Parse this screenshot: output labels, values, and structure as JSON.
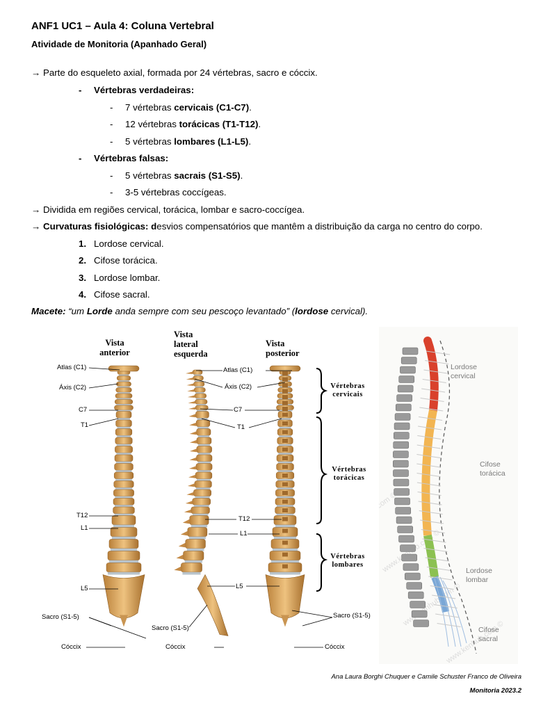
{
  "header": {
    "title": "ANF1 UC1 – Aula 4: Coluna Vertebral",
    "subtitle": "Atividade de Monitoria (Apanhado Geral)"
  },
  "body": {
    "intro": "→ Parte do esqueleto axial, formada por 24 vértebras, sacro e cóccix.",
    "verdadeiras_title": "Vértebras verdadeiras:",
    "cervicais": {
      "pre": "7 vértebras ",
      "bold": "cervicais (C1-C7)",
      "post": "."
    },
    "toracicas": {
      "pre": "12 vértebras ",
      "bold": "torácicas (T1-T12)",
      "post": "."
    },
    "lombares": {
      "pre": "5 vértebras ",
      "bold": "lombares (L1-L5)",
      "post": "."
    },
    "falsas_title": "Vértebras falsas:",
    "sacrais": {
      "pre": "5 vértebras ",
      "bold": "sacrais (S1-S5)",
      "post": "."
    },
    "coccigeas": "3-5 vértebras coccígeas.",
    "regioes": "→ Dividida em regiões cervical, torácica, lombar e sacro-coccígea.",
    "curvaturas": {
      "arrow": "→ ",
      "bold": "Curvaturas fisiológicas: d",
      "rest": "esvios compensatórios que mantêm a distribuição da carga no centro do corpo."
    },
    "curves": [
      {
        "n": "1.",
        "t": "Lordose cervical."
      },
      {
        "n": "2.",
        "t": "Cifose torácica."
      },
      {
        "n": "3.",
        "t": "Lordose lombar."
      },
      {
        "n": "4.",
        "t": "Cifose sacral."
      }
    ],
    "macete": {
      "label": "Macete:",
      "q1": " “um ",
      "lorde": "Lorde",
      "q2": " anda sempre com seu pescoço levantado” (",
      "lordose": "lordose",
      "q3": " cervical)."
    }
  },
  "figure": {
    "views": {
      "anterior": "Vista\nanterior",
      "lateral": "Vista\nlateral\nesquerda",
      "posterior": "Vista\nposterior"
    },
    "left_labels": [
      "Atlas (C1)",
      "Áxis (C2)",
      "C7",
      "T1",
      "T12",
      "L1",
      "L5",
      "Sacro (S1-5)",
      "Cóccix"
    ],
    "mid_labels": [
      "Atlas (C1)",
      "Áxis (C2)",
      "C7",
      "T1",
      "T12",
      "L1",
      "L5",
      "Sacro (S1-5)",
      "Cóccix"
    ],
    "right_labels": [
      "Sacro (S1-5)",
      "Cóccix"
    ],
    "groups": [
      "Vértebras\ncervicais",
      "Vértebras\ntorácicas",
      "Vértebras\nlombares"
    ]
  },
  "kenhub": {
    "labels": [
      "Lordose\ncervical",
      "Cifose\ntorácica",
      "Lordose\nlombar",
      "Cifose\nsacral"
    ],
    "watermark": "www.kenhub.com ©"
  },
  "footer": {
    "authors": "Ana Laura Borghi Chuquer e Camile Schuster Franco de Oliveira",
    "term": "Monitoria 2023.2"
  },
  "colors": {
    "bone": "#d9a35a",
    "disc": "#b9c4cc",
    "cervical": "#d9412c",
    "thoracic": "#f2b552",
    "lumbar": "#8cc152",
    "sacral": "#7aa7d6"
  }
}
